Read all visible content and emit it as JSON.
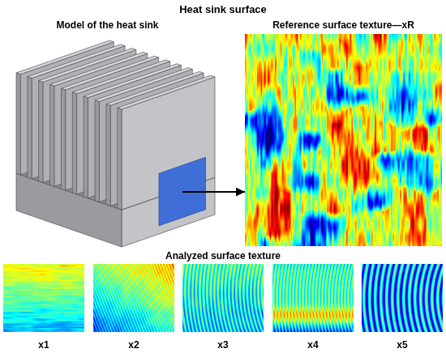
{
  "diagram": {
    "title": "Heat sink surface",
    "nodes": [
      {
        "text": [
          "Model of the heat sink"
        ]
      },
      {
        "text": [
          "Reference surface texture—xR"
        ]
      },
      {
        "text": [
          "x1"
        ]
      },
      {
        "text": [
          "x2"
        ]
      },
      {
        "text": [
          "x3"
        ]
      },
      {
        "text": [
          "x4"
        ]
      },
      {
        "text": [
          "x5"
        ]
      }
    ],
    "edges": [
      {
        "from": 0,
        "to": 1,
        "arrow": "to"
      }
    ],
    "labels": [
      "Analyzed surface texture"
    ]
  }
}
